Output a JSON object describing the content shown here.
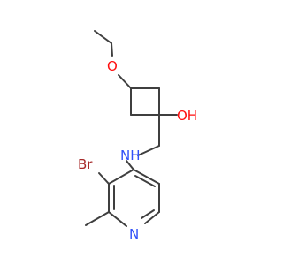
{
  "molecule": {
    "atoms": {
      "oxygen_ether": {
        "symbol": "O"
      },
      "hydroxyl": {
        "symbol": "OH"
      },
      "amine": {
        "symbol": "NH"
      },
      "bromine": {
        "symbol": "Br"
      },
      "pyridine_n": {
        "symbol": "N"
      }
    },
    "colors": {
      "bond": "#3f3f3f",
      "oxygen": "#ff0d0d",
      "nitrogen": "#3050f8",
      "bromine": "#a62929"
    }
  }
}
